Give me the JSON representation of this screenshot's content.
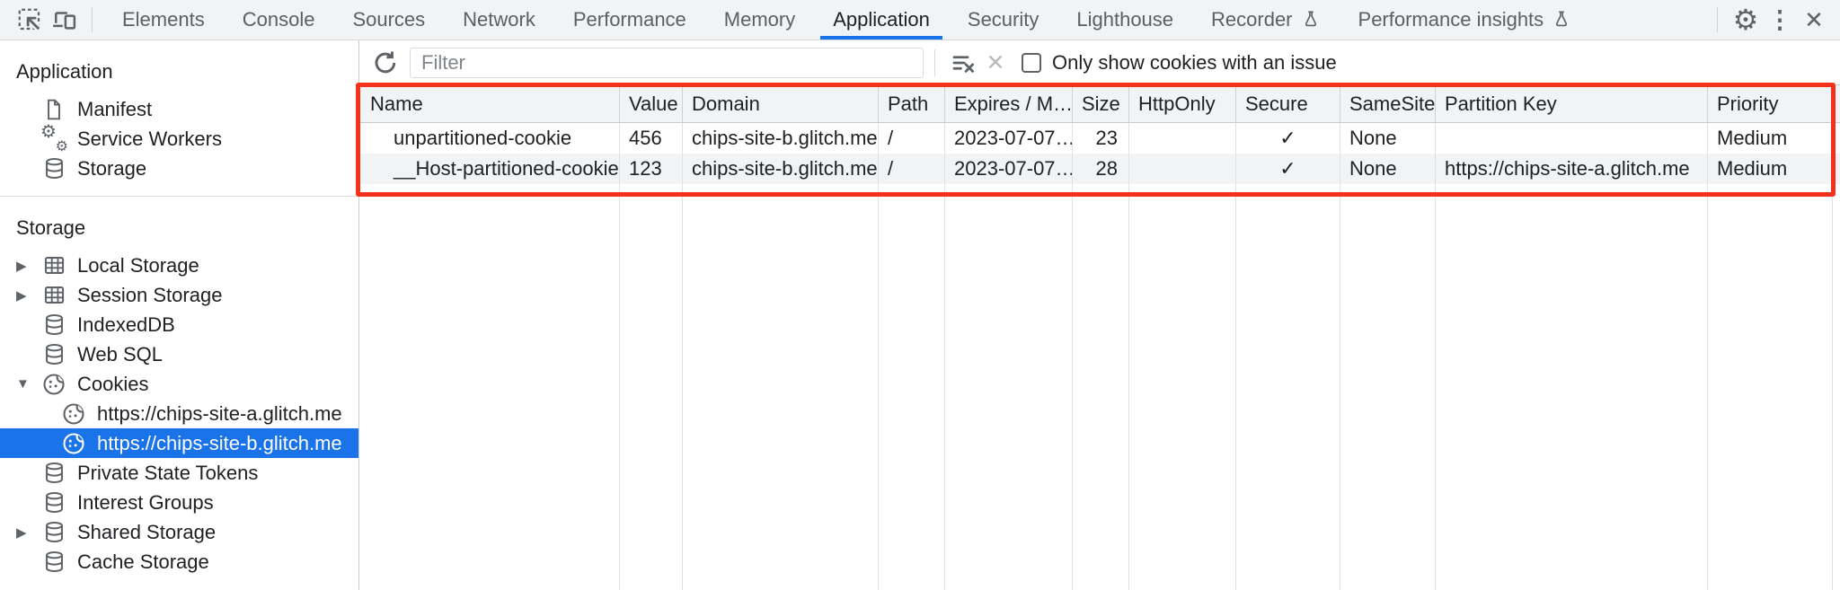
{
  "colors": {
    "accent": "#1a73e8",
    "annotation": "#f4321c",
    "selected_bg": "#1a73e8",
    "header_bg": "#f1f3f4"
  },
  "tabbar": {
    "left_icons": [
      "inspect-icon",
      "device-toolbar-icon"
    ],
    "tabs": [
      {
        "label": "Elements"
      },
      {
        "label": "Console"
      },
      {
        "label": "Sources"
      },
      {
        "label": "Network"
      },
      {
        "label": "Performance"
      },
      {
        "label": "Memory"
      },
      {
        "label": "Application",
        "active": true
      },
      {
        "label": "Security"
      },
      {
        "label": "Lighthouse"
      },
      {
        "label": "Recorder",
        "flask": true
      },
      {
        "label": "Performance insights",
        "flask": true
      }
    ],
    "right_icons": [
      "settings-icon",
      "more-menu-icon",
      "close-icon"
    ],
    "settings_glyph": "⚙",
    "menu_glyph": "⋮",
    "close_glyph": "✕"
  },
  "sidebar": {
    "sections": [
      {
        "title": "Application",
        "items": [
          {
            "label": "Manifest",
            "icon": "file"
          },
          {
            "label": "Service Workers",
            "icon": "gears"
          },
          {
            "label": "Storage",
            "icon": "database"
          }
        ]
      },
      {
        "title": "Storage",
        "items": [
          {
            "label": "Local Storage",
            "icon": "table",
            "arrow": "closed"
          },
          {
            "label": "Session Storage",
            "icon": "table",
            "arrow": "closed"
          },
          {
            "label": "IndexedDB",
            "icon": "database"
          },
          {
            "label": "Web SQL",
            "icon": "database"
          },
          {
            "label": "Cookies",
            "icon": "cookie",
            "arrow": "open"
          },
          {
            "label": "https://chips-site-a.glitch.me",
            "icon": "cookie",
            "child": true
          },
          {
            "label": "https://chips-site-b.glitch.me",
            "icon": "cookie",
            "child": true,
            "selected": true
          },
          {
            "label": "Private State Tokens",
            "icon": "database"
          },
          {
            "label": "Interest Groups",
            "icon": "database"
          },
          {
            "label": "Shared Storage",
            "icon": "database",
            "arrow": "closed"
          },
          {
            "label": "Cache Storage",
            "icon": "database"
          }
        ]
      }
    ]
  },
  "toolbar": {
    "refresh_icon": "refresh-icon",
    "filter_placeholder": "Filter",
    "filter_value": "",
    "clear_filter_icon": "clear-filter-icon",
    "delete_glyph": "✕",
    "checkbox_checked": false,
    "checkbox_label": "Only show cookies with an issue"
  },
  "cookie_table": {
    "columns": [
      "Name",
      "Value",
      "Domain",
      "Path",
      "Expires / M…",
      "Size",
      "HttpOnly",
      "Secure",
      "SameSite",
      "Partition Key",
      "Priority"
    ],
    "column_keys": [
      "name",
      "value",
      "domain",
      "path",
      "expires",
      "size",
      "httponly",
      "secure",
      "samesite",
      "partition-key",
      "priority"
    ],
    "rows": [
      [
        "unpartitioned-cookie",
        "456",
        "chips-site-b.glitch.me",
        "/",
        "2023-07-07…",
        "23",
        "",
        "✓",
        "None",
        "",
        "Medium"
      ],
      [
        "__Host-partitioned-cookie",
        "123",
        "chips-site-b.glitch.me",
        "/",
        "2023-07-07…",
        "28",
        "",
        "✓",
        "None",
        "https://chips-site-a.glitch.me",
        "Medium"
      ]
    ]
  }
}
